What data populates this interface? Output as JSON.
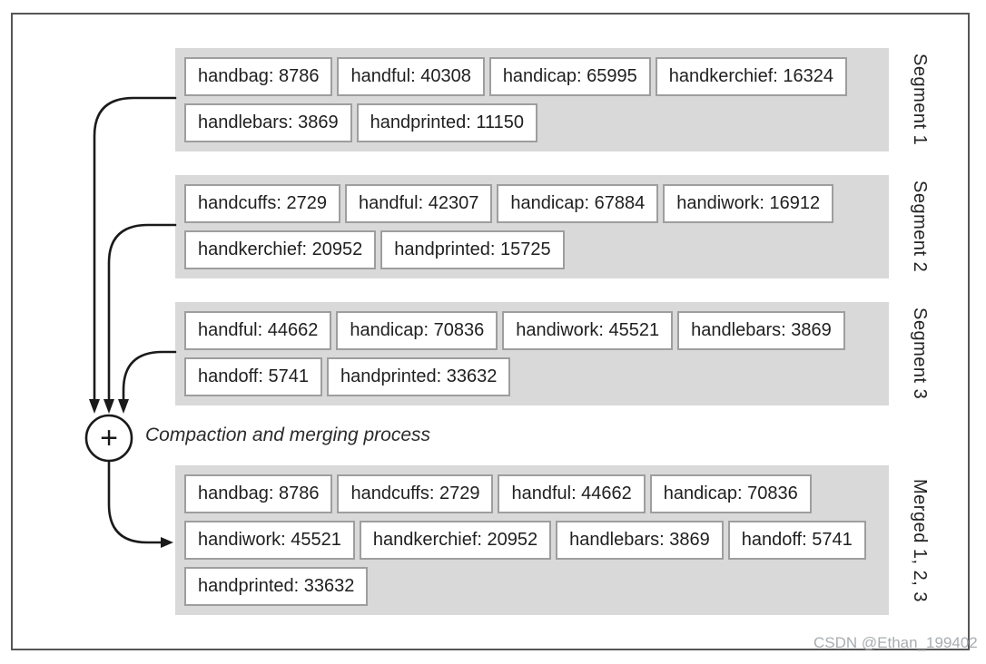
{
  "figure": {
    "segments": [
      {
        "label": "Segment 1",
        "rows": [
          [
            "handbag: 8786",
            "handful: 40308",
            "handicap: 65995",
            "handkerchief: 16324"
          ],
          [
            "handlebars: 3869",
            "handprinted: 11150"
          ]
        ]
      },
      {
        "label": "Segment 2",
        "rows": [
          [
            "handcuffs: 2729",
            "handful: 42307",
            "handicap: 67884",
            "handiwork: 16912"
          ],
          [
            "handkerchief: 20952",
            "handprinted: 15725"
          ]
        ]
      },
      {
        "label": "Segment 3",
        "rows": [
          [
            "handful: 44662",
            "handicap: 70836",
            "handiwork: 45521",
            "handlebars: 3869"
          ],
          [
            "handoff: 5741",
            "handprinted: 33632"
          ]
        ]
      },
      {
        "label": "Merged 1, 2, 3",
        "rows": [
          [
            "handbag: 8786",
            "handcuffs: 2729",
            "handful: 44662",
            "handicap: 70836"
          ],
          [
            "handiwork: 45521",
            "handkerchief: 20952",
            "handlebars: 3869",
            "handoff: 5741"
          ],
          [
            "handprinted: 33632"
          ]
        ]
      }
    ],
    "merge_node_symbol": "+",
    "process_label": "Compaction and merging process",
    "watermark": "CSDN @Ethan_199402",
    "colors": {
      "panel_bg": "#d9d9d9",
      "term_box_border": "#9e9e9e",
      "arrow": "#1a1a1a",
      "frame_border": "#565656",
      "watermark": "#a9adb0"
    }
  }
}
